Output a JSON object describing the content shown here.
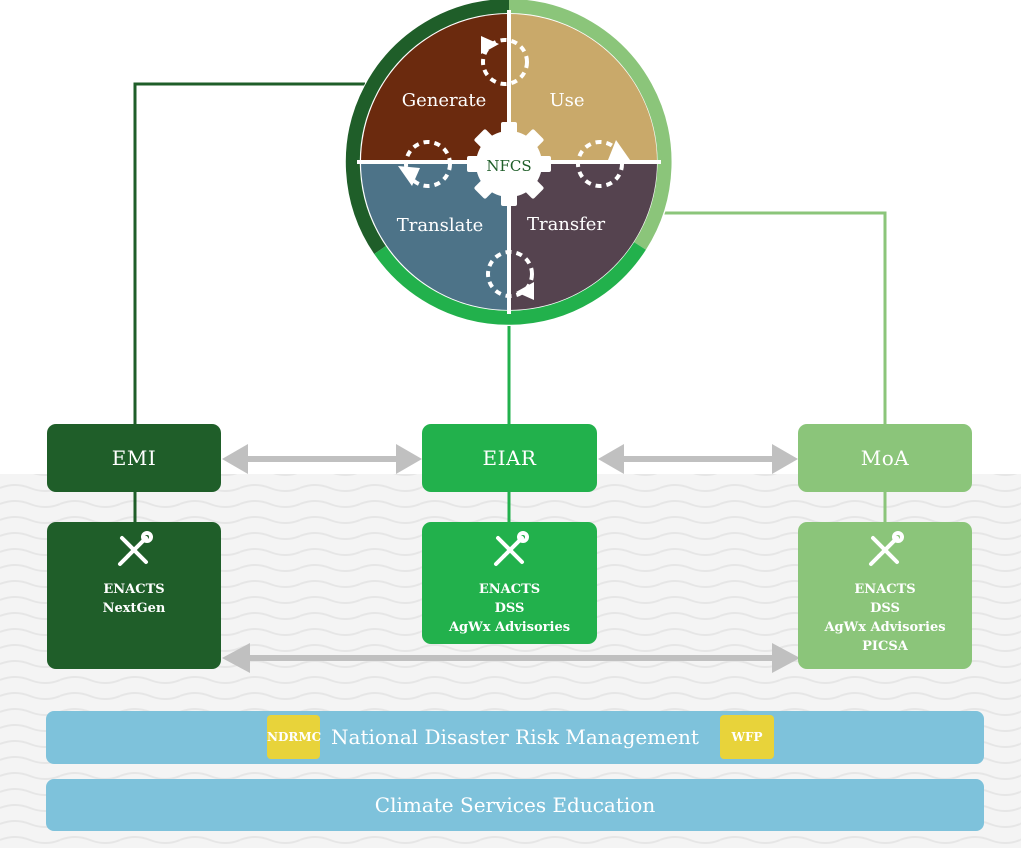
{
  "cycle": {
    "center_label": "NFCS",
    "segments": {
      "top_left": "Generate",
      "top_right": "Use",
      "bottom_left": "Translate",
      "bottom_right": "Transfer"
    }
  },
  "organizations": {
    "left": "EMI",
    "center": "EIAR",
    "right": "MoA"
  },
  "tools": {
    "left": [
      "ENACTS",
      "NextGen"
    ],
    "center": [
      "ENACTS",
      "DSS",
      "AgWx Advisories"
    ],
    "right": [
      "ENACTS",
      "DSS",
      "AgWx Advisories",
      "PICSA"
    ]
  },
  "bands": {
    "risk": {
      "label": "National Disaster Risk Management",
      "chips": [
        "NDRMC",
        "WFP"
      ]
    },
    "education": {
      "label": "Climate Services Education"
    }
  },
  "icons": {
    "tools": "wrench-screwdriver-icon",
    "cycle": "rotating-arrow-icon",
    "center": "gear-icon"
  },
  "colors": {
    "dark_green": "#1f5e29",
    "mid_green": "#22b14c",
    "light_green": "#8bc57a",
    "generate": "#6b2a0e",
    "use": "#c9a96a",
    "translate": "#4d7388",
    "transfer": "#55434f",
    "band": "#7ec2db",
    "chip": "#e8d33a",
    "arrow": "#c0c0c0"
  }
}
